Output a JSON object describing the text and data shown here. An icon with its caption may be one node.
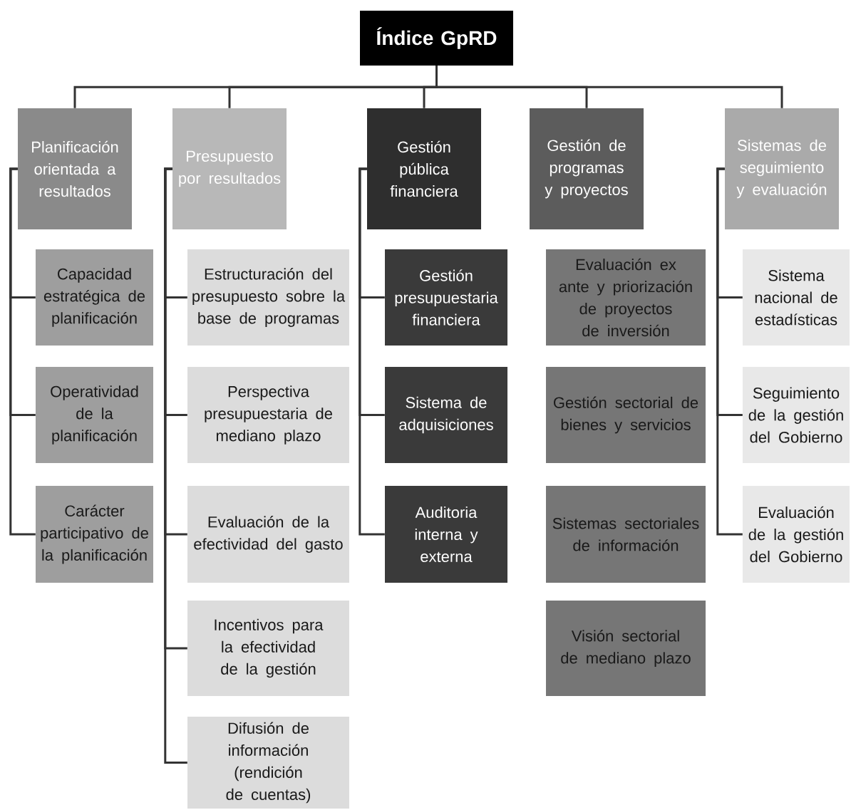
{
  "diagram": {
    "nodes": [
      {
        "text": [
          "Índice GpRD"
        ]
      },
      {
        "text": [
          "Planificación orientada a resultados"
        ]
      },
      {
        "text": [
          "Presupuesto por resultados"
        ]
      },
      {
        "text": [
          "Gestión pública financiera"
        ]
      },
      {
        "text": [
          "Gestión de programas y proyectos"
        ]
      },
      {
        "text": [
          "Sistemas de seguimiento y evaluación"
        ]
      },
      {
        "text": [
          "Capacidad estratégica de planificación"
        ]
      },
      {
        "text": [
          "Operatividad de la planificación"
        ]
      },
      {
        "text": [
          "Carácter participativo de la planificación"
        ]
      },
      {
        "text": [
          "Estructuración del presupuesto sobre la base de programas"
        ]
      },
      {
        "text": [
          "Perspectiva presupuestaria de mediano plazo"
        ]
      },
      {
        "text": [
          "Evaluación de la efectividad del gasto"
        ]
      },
      {
        "text": [
          "Incentivos para la efectividad de la gestión"
        ]
      },
      {
        "text": [
          "Difusión de información (rendición de cuentas)"
        ]
      },
      {
        "text": [
          "Gestión presupuestaria financiera"
        ]
      },
      {
        "text": [
          "Sistema de adquisiciones"
        ]
      },
      {
        "text": [
          "Auditoria interna y externa"
        ]
      },
      {
        "text": [
          "Evaluación ex ante y priorización de proyectos de inversión"
        ]
      },
      {
        "text": [
          "Gestión sectorial de bienes y servicios"
        ]
      },
      {
        "text": [
          "Sistemas sectoriales de información"
        ]
      },
      {
        "text": [
          "Visión sectorial de mediano plazo"
        ]
      },
      {
        "text": [
          "Sistema nacional de estadísticas"
        ]
      },
      {
        "text": [
          "Seguimiento de la gestión del Gobierno"
        ]
      },
      {
        "text": [
          "Evaluación de la gestión del Gobierno"
        ]
      }
    ],
    "edges": [
      {
        "from": 0,
        "to": 1,
        "arrow": "none"
      },
      {
        "from": 0,
        "to": 2,
        "arrow": "none"
      },
      {
        "from": 0,
        "to": 3,
        "arrow": "none"
      },
      {
        "from": 0,
        "to": 4,
        "arrow": "none"
      },
      {
        "from": 0,
        "to": 5,
        "arrow": "none"
      },
      {
        "from": 1,
        "to": 6,
        "arrow": "none"
      },
      {
        "from": 1,
        "to": 7,
        "arrow": "none"
      },
      {
        "from": 1,
        "to": 8,
        "arrow": "none"
      },
      {
        "from": 2,
        "to": 9,
        "arrow": "none"
      },
      {
        "from": 2,
        "to": 10,
        "arrow": "none"
      },
      {
        "from": 2,
        "to": 11,
        "arrow": "none"
      },
      {
        "from": 2,
        "to": 12,
        "arrow": "none"
      },
      {
        "from": 2,
        "to": 13,
        "arrow": "none"
      },
      {
        "from": 3,
        "to": 14,
        "arrow": "none"
      },
      {
        "from": 3,
        "to": 15,
        "arrow": "none"
      },
      {
        "from": 3,
        "to": 16,
        "arrow": "none"
      },
      {
        "from": 5,
        "to": 21,
        "arrow": "none"
      },
      {
        "from": 5,
        "to": 22,
        "arrow": "none"
      },
      {
        "from": 5,
        "to": 23,
        "arrow": "none"
      }
    ]
  }
}
